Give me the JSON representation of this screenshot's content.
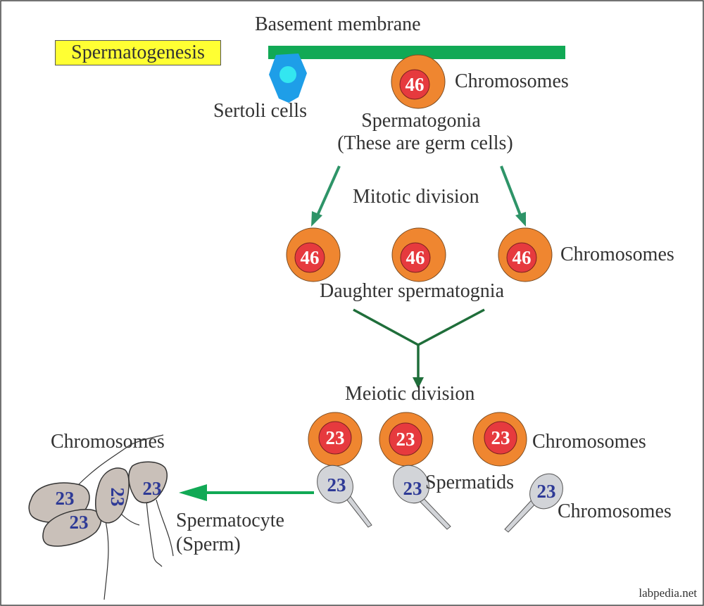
{
  "title": "Spermatogenesis",
  "labels": {
    "basement_membrane": "Basement membrane",
    "sertoli_cells": "Sertoli cells",
    "chromosomes": "Chromosomes",
    "spermatogonia": "Spermatogonia",
    "germ_cells_note": "(These are germ cells)",
    "mitotic_division": "Mitotic division",
    "daughter_spermatogonia": "Daughter spermatognia",
    "meiotic_division": "Meiotic  division",
    "spermatids": "Spermatids",
    "spermatocyte": "Spermatocyte",
    "sperm": "(Sperm)"
  },
  "counts": {
    "spermatogonia": "46",
    "daughter": [
      "46",
      "46",
      "46"
    ],
    "meiotic": [
      "23",
      "23",
      "23"
    ],
    "spermatids": [
      "23",
      "23",
      "23"
    ],
    "sperm": [
      "23",
      "23",
      "23",
      "23"
    ]
  },
  "watermark": "labpedia.net",
  "colors": {
    "membrane": "#11a955",
    "arrow": "#2e9468",
    "merge_arrow": "#1f6e3a",
    "cell_outer": "#ef8630",
    "cell_inner": "#e63a3e",
    "sertoli": "#1e9ee8",
    "sertoli_nucleus": "#33e6f0",
    "spermatid": "#d2d4d8",
    "sperm_head": "#c9c0b9",
    "sperm_number": "#2e3a96",
    "title_bg": "#ffff33"
  }
}
